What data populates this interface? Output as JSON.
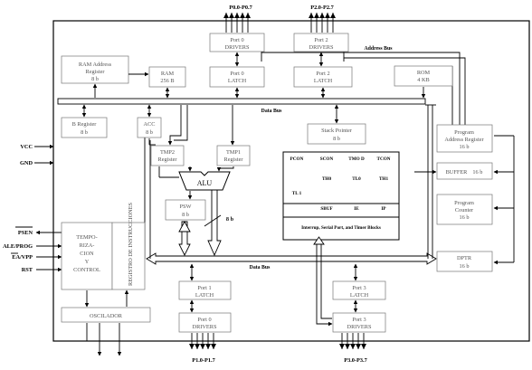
{
  "ports": {
    "p0": "P0.0-P0.7",
    "p2": "P2.0-P2.7",
    "p1": "P1.0-P1.7",
    "p3": "P3.0-P3.7"
  },
  "buses": {
    "address_bus": "Address Bus",
    "data_bus_top": "Data Bus",
    "data_bus_bottom": "Data Bus",
    "eight_bit": "8 b"
  },
  "pins": {
    "vcc": "VCC",
    "gnd": "GND",
    "psen": "PSEN",
    "ale": "ALE/PROG",
    "ea": "EA/VPP",
    "rst": "RST"
  },
  "blocks": {
    "port0_drivers": [
      "Port 0",
      "DRIVERS"
    ],
    "port2_drivers": [
      "Port 2",
      "DRIVERS"
    ],
    "ram_address_register": [
      "RAM Address",
      "Register",
      "8 b"
    ],
    "ram": [
      "RAM",
      "256 B"
    ],
    "port0_latch": [
      "Port 0",
      "LATCH"
    ],
    "port2_latch": [
      "Port 2",
      "LATCH"
    ],
    "rom": [
      "ROM",
      "4 KB"
    ],
    "b_register": [
      "B Register",
      "8 b"
    ],
    "acc": [
      "ACC",
      "8 b"
    ],
    "stack_pointer": [
      "Stack Pointer",
      "8 b"
    ],
    "program_address_register": [
      "Program",
      "Address Register",
      "16 b"
    ],
    "tmp2": [
      "TMP2",
      "Register"
    ],
    "tmp1": [
      "TMP1",
      "Register"
    ],
    "alu": "ALU",
    "buffer": [
      "BUFFER",
      "16 b"
    ],
    "psw": [
      "PSW",
      "8 b"
    ],
    "program_counter": [
      "Program",
      "Counter",
      "16 b"
    ],
    "temporization": [
      "TEMPO-",
      "RIZA-",
      "CION",
      "Y",
      "CONTROL"
    ],
    "instruction_register": "REGISTRO DE INSTRUCCIONES",
    "dptr": [
      "DPTR",
      "16 b"
    ],
    "port1_latch": [
      "Port 1",
      "LATCH"
    ],
    "port3_latch": [
      "Port 3",
      "LATCH"
    ],
    "oscillator": "OSCILADOR",
    "port1_drivers": [
      "Port 0",
      "DRIVERS"
    ],
    "port3_drivers": [
      "Port 3",
      "DRIVERS"
    ]
  },
  "sfr_table": {
    "row1": [
      "PCON",
      "SCON",
      "TMO D",
      "TCON"
    ],
    "row2": [
      "",
      "TH0",
      "TL0",
      "TH1"
    ],
    "row3": [
      "TL 1",
      "",
      "",
      ""
    ],
    "row4": [
      "",
      "SBUF",
      "IE",
      "IP"
    ],
    "caption": "Interrup, Serial Port, and Timer Blocks"
  }
}
